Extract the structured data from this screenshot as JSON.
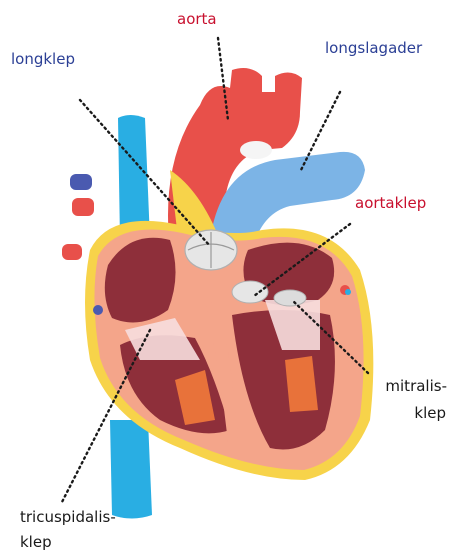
{
  "labels": {
    "aorta": "aorta",
    "longklep": "longklep",
    "longslagader": "longslagader",
    "aortaklep": "aortaklep",
    "mitralis_line1": "mitralis-",
    "mitralis_line2": "klep",
    "tricuspidalis_line1": "tricuspidalis-",
    "tricuspidalis_line2": "klep"
  },
  "colors": {
    "red_label": "#c8102e",
    "blue_label": "#2b3f95",
    "dark_label": "#1a1a1a",
    "oxygenated": "#e8504a",
    "deoxygenated": "#6fa8dc",
    "vena_cava": "#29aee3",
    "myocardium": "#f4a58a",
    "fat": "#f7d34a",
    "chamber": "#8e2f3a",
    "valve": "#e6e6e6"
  }
}
